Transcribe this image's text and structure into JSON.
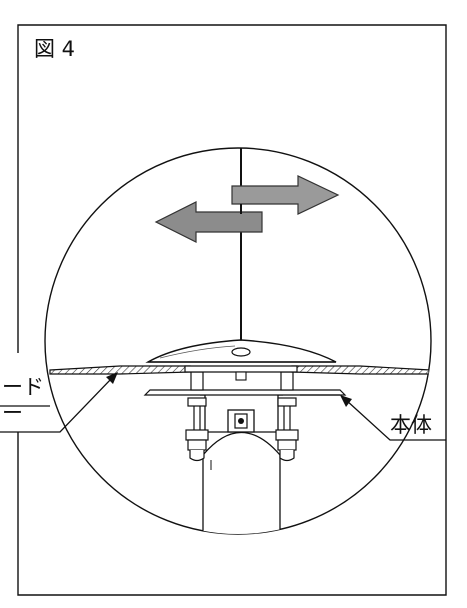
{
  "figure": {
    "title": "図 4"
  },
  "callouts": {
    "left_top": "ード",
    "left_bottom": "ー",
    "right": "本体"
  },
  "colors": {
    "line": "#111111",
    "arrow_fill": "#9a9a9a",
    "arrow_stroke": "#333333",
    "background": "#ffffff"
  }
}
